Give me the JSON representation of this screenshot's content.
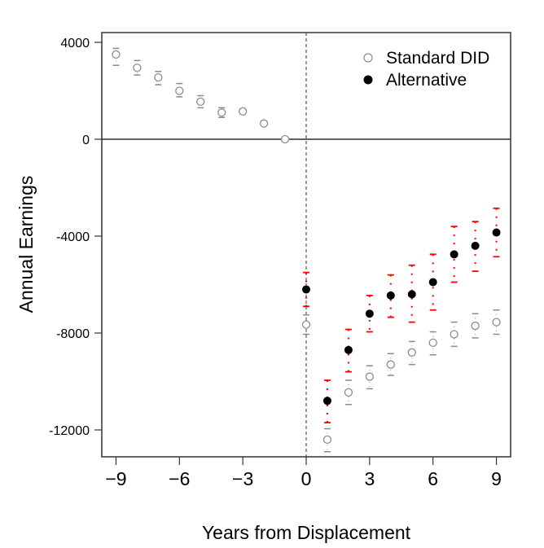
{
  "chart_data": {
    "type": "scatter",
    "title": "",
    "xlabel": "Years from Displacement",
    "ylabel": "Annual Earnings",
    "xlim": [
      -9.7,
      9.7
    ],
    "ylim": [
      -13100,
      4400
    ],
    "x_ticks": [
      -9,
      -6,
      -3,
      0,
      3,
      6,
      9
    ],
    "x_tick_labels": [
      "−9",
      "−6",
      "−3",
      "0",
      "3",
      "6",
      "9"
    ],
    "y_ticks": [
      4000,
      0,
      -4000,
      -8000,
      -12000
    ],
    "y_tick_labels": [
      "4000",
      "0",
      "-4000",
      "-8000",
      "-12000"
    ],
    "reference_lines": {
      "horizontal": 0,
      "vertical_dashed": 0
    },
    "legend": {
      "position": "top-right",
      "entries": [
        "Standard DID",
        "Alternative"
      ]
    },
    "series": [
      {
        "name": "Standard DID",
        "marker": "open-circle",
        "color": "#8c8c8c",
        "x": [
          -9,
          -8,
          -7,
          -6,
          -5,
          -4,
          -3,
          -2,
          -1,
          0,
          1,
          2,
          3,
          4,
          5,
          6,
          7,
          8,
          9
        ],
        "values": [
          3500,
          2950,
          2550,
          2000,
          1550,
          1100,
          1150,
          650,
          0,
          -7650,
          -12400,
          -10450,
          -9800,
          -9300,
          -8800,
          -8400,
          -8050,
          -7700,
          -7550
        ],
        "ci_low": [
          3050,
          2650,
          2250,
          1750,
          1300,
          900,
          1050,
          580,
          0,
          -8050,
          -12900,
          -10950,
          -10300,
          -9750,
          -9300,
          -8900,
          -8550,
          -8200,
          -8050
        ],
        "ci_high": [
          3750,
          3250,
          2800,
          2300,
          1800,
          1300,
          1250,
          750,
          0,
          -7250,
          -11950,
          -9950,
          -9350,
          -8850,
          -8350,
          -7950,
          -7550,
          -7200,
          -7050
        ]
      },
      {
        "name": "Alternative",
        "marker": "filled-circle",
        "color": "#000000",
        "ci_color": "#ff0000",
        "x": [
          0,
          1,
          2,
          3,
          4,
          5,
          6,
          7,
          8,
          9
        ],
        "values": [
          -6200,
          -10800,
          -8700,
          -7200,
          -6450,
          -6400,
          -5900,
          -4750,
          -4400,
          -3850
        ],
        "ci_low": [
          -6900,
          -11700,
          -9600,
          -7950,
          -7350,
          -7550,
          -7050,
          -5900,
          -5450,
          -4850
        ],
        "ci_high": [
          -5500,
          -9950,
          -7850,
          -6450,
          -5600,
          -5200,
          -4750,
          -3600,
          -3400,
          -2850
        ]
      }
    ]
  }
}
